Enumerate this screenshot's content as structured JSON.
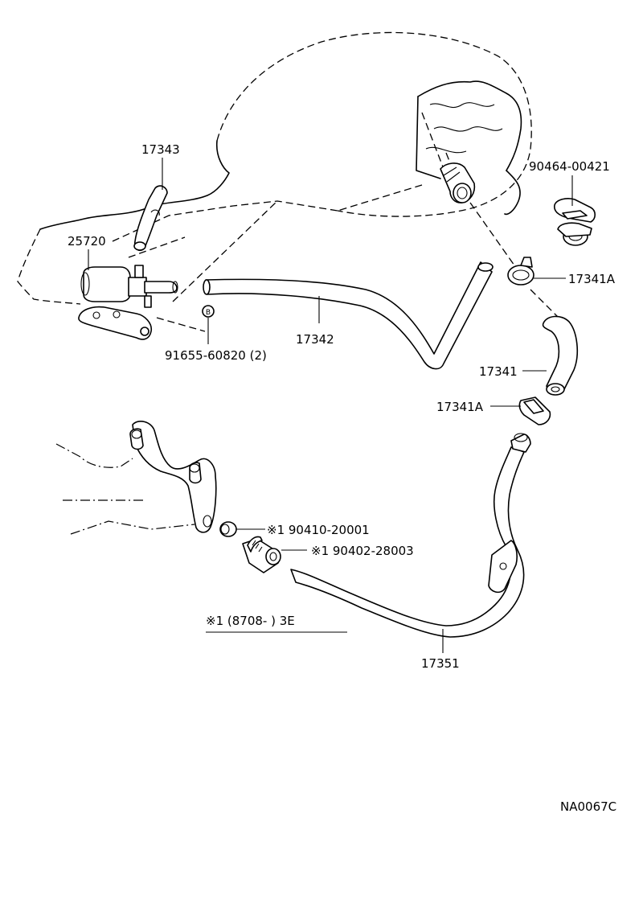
{
  "labels": {
    "p17343": "17343",
    "p25720": "25720",
    "p90464": "90464-00421",
    "p17341A_top": "17341A",
    "p17342": "17342",
    "p91655": "91655-60820 (2)",
    "p17341": "17341",
    "p17341A_bot": "17341A",
    "p90410": "※1  90410-20001",
    "p90402": "※1  90402-28003",
    "p17351": "17351",
    "note": "※1  (8708-        ) 3E",
    "bolt_marker": "B",
    "figure_code": "NA0067C"
  }
}
